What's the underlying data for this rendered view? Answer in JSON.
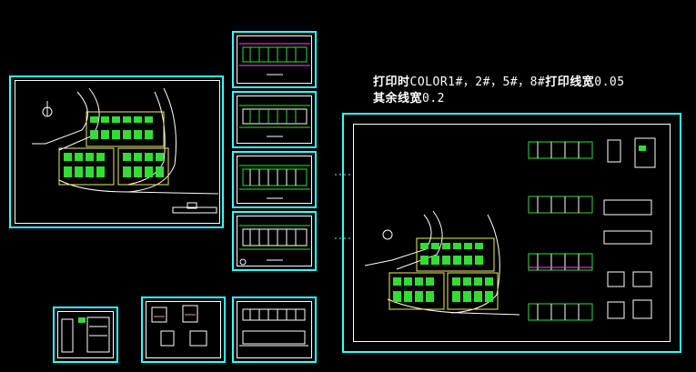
{
  "notes": {
    "line1_prefix": "打印时",
    "line1_code": "COLOR1#，2#，5#，8#",
    "line1_mid": "打印线宽",
    "line1_value": "0.05",
    "line2_prefix": "其余线宽",
    "line2_value": "0.2"
  },
  "colors": {
    "background": "#000000",
    "frame": "#33ffff",
    "sheet": "#ffffff",
    "plan_green": "#33dd33",
    "plan_yellow": "#eeee66",
    "plan_magenta": "#ff44ff",
    "plan_pink": "#ff8888"
  },
  "drawings": [
    {
      "id": "site-plan",
      "icon": "site-plan-icon"
    },
    {
      "id": "floor-plan-1",
      "icon": "floor-plan-icon"
    },
    {
      "id": "floor-plan-2",
      "icon": "floor-plan-icon"
    },
    {
      "id": "floor-plan-3",
      "icon": "floor-plan-icon"
    },
    {
      "id": "floor-plan-4",
      "icon": "floor-plan-icon"
    },
    {
      "id": "detail-sheet",
      "icon": "detail-icon"
    },
    {
      "id": "section-sheet",
      "icon": "section-icon"
    },
    {
      "id": "elevation-sheet",
      "icon": "elevation-icon"
    },
    {
      "id": "overview-sheet",
      "icon": "overview-icon"
    }
  ]
}
